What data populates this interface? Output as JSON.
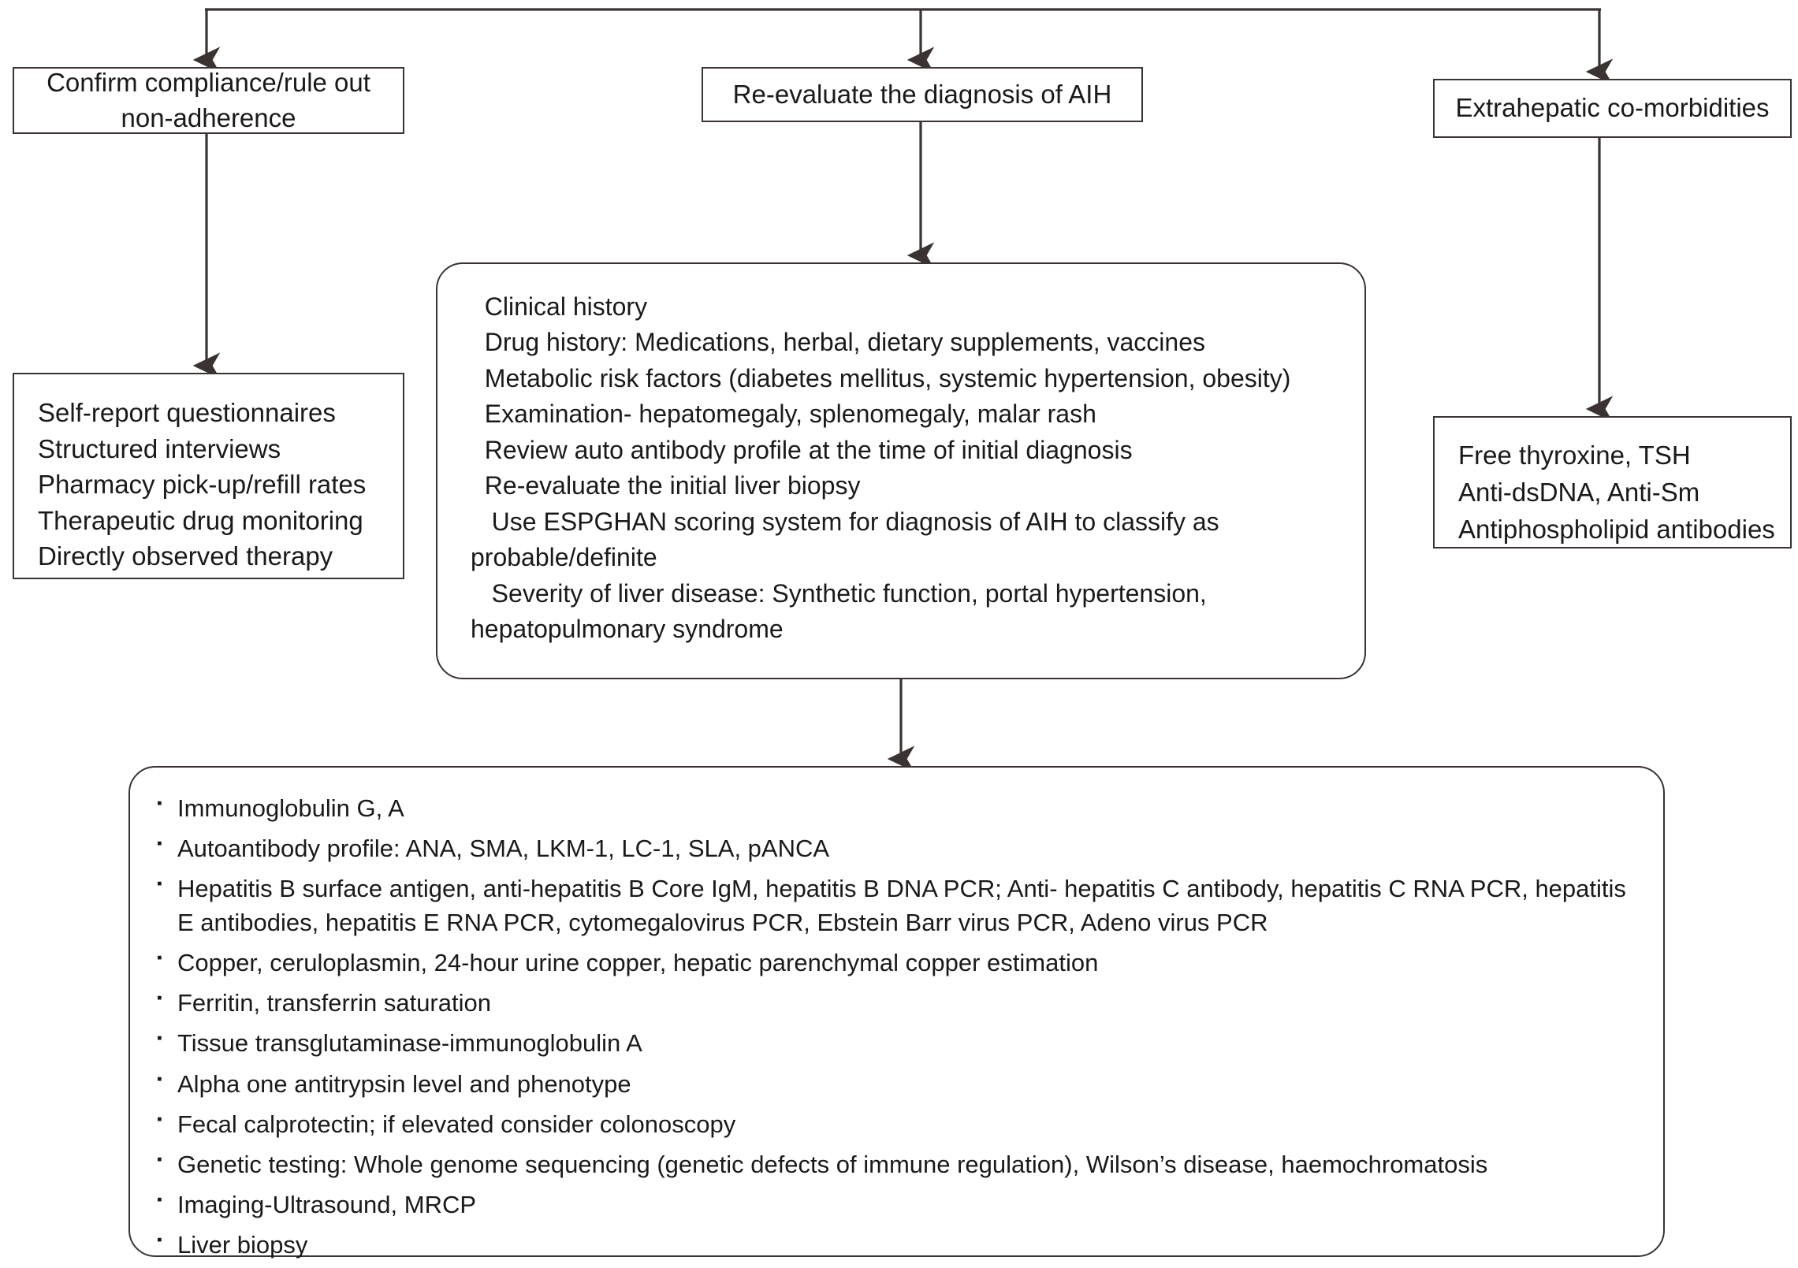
{
  "diagram": {
    "title": "AIH non-response diagnostic work-up flowchart",
    "line_color": "#3b3232",
    "background": "#ffffff"
  },
  "nodes": {
    "compliance": {
      "label": "Confirm compliance/rule out\nnon-adherence"
    },
    "reevaluate": {
      "label": "Re-evaluate the diagnosis of AIH"
    },
    "extrahepatic": {
      "label": "Extrahepatic co-morbidities"
    },
    "adherence_methods": {
      "lines": [
        "Self-report questionnaires",
        "Structured interviews",
        "Pharmacy pick-up/refill rates",
        "Therapeutic drug monitoring",
        "Directly observed therapy"
      ],
      "label": "Self-report questionnaires\nStructured interviews\nPharmacy pick-up/refill rates\nTherapeutic drug monitoring\nDirectly observed therapy"
    },
    "extrahepatic_tests": {
      "lines": [
        "Free thyroxine, TSH",
        "Anti-dsDNA, Anti-Sm",
        "Antiphospholipid antibodies"
      ],
      "label": "Free thyroxine, TSH\nAnti-dsDNA, Anti-Sm\nAntiphospholipid antibodies"
    },
    "diagnosis_details": {
      "lines": [
        "Clinical history",
        "Drug history: Medications, herbal, dietary supplements, vaccines",
        "Metabolic risk factors (diabetes mellitus, systemic hypertension, obesity)",
        "Examination- hepatomegaly, splenomegaly, malar rash",
        "Review auto antibody profile at the time of initial diagnosis",
        "Re-evaluate the initial liver biopsy",
        "Use ESPGHAN scoring system for diagnosis of AIH to classify as probable/definite",
        "Severity of liver disease: Synthetic function, portal hypertension, hepatopulmonary syndrome"
      ],
      "label": "  Clinical history\n  Drug history: Medications, herbal, dietary supplements, vaccines\n  Metabolic risk factors (diabetes mellitus, systemic hypertension, obesity)\n  Examination- hepatomegaly, splenomegaly, malar rash\n  Review auto antibody profile at the time of initial diagnosis\n  Re-evaluate the initial liver biopsy\n   Use ESPGHAN scoring system for diagnosis of AIH to classify as\nprobable/definite\n   Severity of liver disease: Synthetic function, portal hypertension,\nhepatopulmonary syndrome"
    },
    "investigations": {
      "bullet_glyph": "▪",
      "items": [
        "Immunoglobulin G, A",
        "Autoantibody profile: ANA, SMA, LKM-1, LC-1, SLA, pANCA",
        "Hepatitis B surface antigen, anti-hepatitis B Core IgM, hepatitis B DNA PCR; Anti- hepatitis C antibody, hepatitis C RNA PCR, hepatitis E antibodies, hepatitis E RNA PCR, cytomegalovirus PCR, Ebstein Barr virus PCR, Adeno virus PCR",
        "Copper, ceruloplasmin, 24-hour urine copper, hepatic parenchymal copper estimation",
        "Ferritin, transferrin saturation",
        "Tissue transglutaminase-immunoglobulin A",
        "Alpha one antitrypsin level and phenotype",
        "Fecal calprotectin; if elevated consider colonoscopy",
        "Genetic testing: Whole genome sequencing (genetic defects of immune regulation), Wilson’s disease, haemochromatosis",
        "Imaging-Ultrasound, MRCP",
        "Liver biopsy"
      ]
    }
  }
}
